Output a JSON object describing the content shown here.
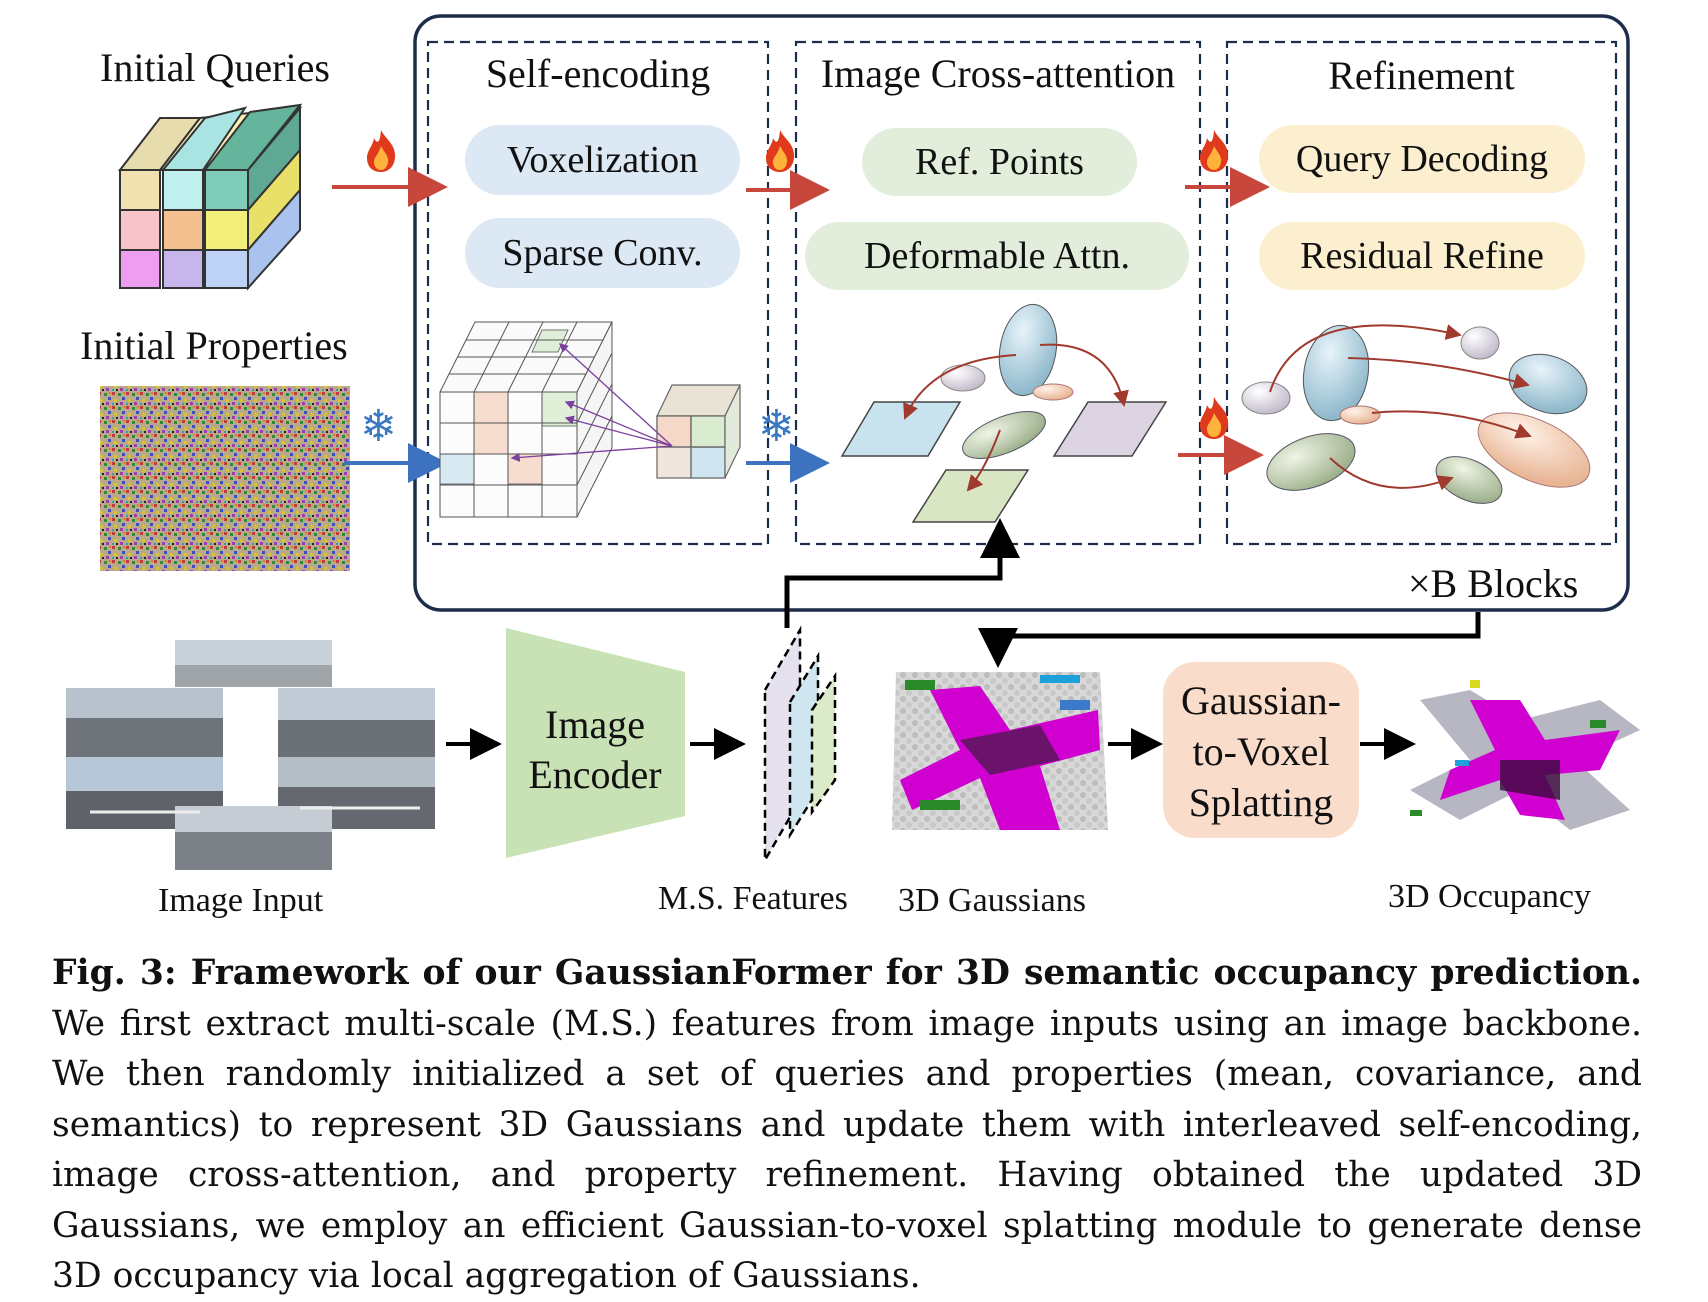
{
  "inputs": {
    "initial_queries": "Initial Queries",
    "initial_properties": "Initial Properties"
  },
  "block": {
    "repeat_label": "×B Blocks",
    "self_encoding": {
      "title": "Self-encoding",
      "items": [
        "Voxelization",
        "Sparse Conv."
      ]
    },
    "cross_attention": {
      "title": "Image Cross-attention",
      "items": [
        "Ref. Points",
        "Deformable Attn."
      ]
    },
    "refinement": {
      "title": "Refinement",
      "items": [
        "Query Decoding",
        "Residual Refine"
      ]
    }
  },
  "pipeline": {
    "image_input": "Image Input",
    "image_encoder": [
      "Image",
      "Encoder"
    ],
    "ms_features": "M.S. Features",
    "gaussians": "3D Gaussians",
    "splatting": [
      "Gaussian-",
      "to-Voxel",
      "Splatting"
    ],
    "occupancy": "3D Occupancy"
  },
  "icons": [
    "flame-icon",
    "snowflake-icon"
  ],
  "colors": {
    "frame": "#1f2d4d",
    "flow_red": "#c8473d",
    "flow_blue": "#3d72c1",
    "pill_blue": "#dce8f3",
    "pill_green": "#e2eedb",
    "pill_yellow": "#fcefcf",
    "encoder": "#c8e2b5",
    "splat": "#fadccb",
    "semantic_magenta": "#d000d0"
  },
  "caption": {
    "bold": "Fig. 3: Framework of our GaussianFormer for 3D semantic occupancy prediction.",
    "text": "We first extract multi-scale (M.S.) features from image inputs using an image backbone. We then randomly initialized a set of queries and properties (mean, covariance, and semantics) to represent 3D Gaussians and update them with interleaved self-encoding, image cross-attention, and property refinement. Having obtained the updated 3D Gaussians, we employ an efficient Gaussian-to-voxel splatting module to generate dense 3D occupancy via local aggregation of Gaussians."
  }
}
